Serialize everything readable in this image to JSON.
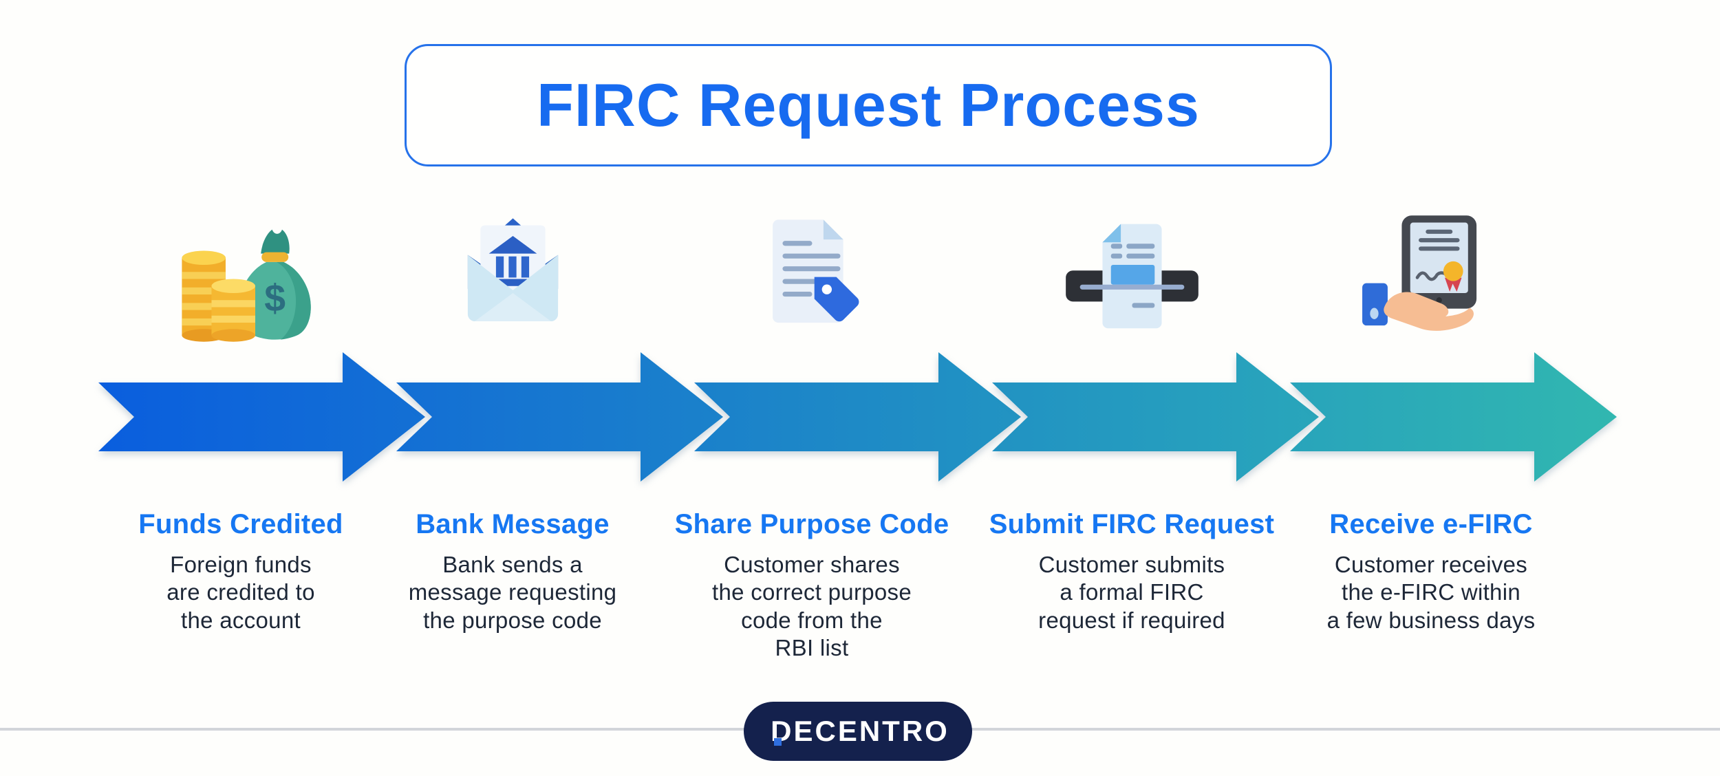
{
  "title": {
    "text": "FIRC Request Process"
  },
  "steps": [
    {
      "icon": "money-funds-icon",
      "title": "Funds Credited",
      "description": "Foreign funds\nare credited to\nthe account"
    },
    {
      "icon": "bank-mail-icon",
      "title": "Bank Message",
      "description": "Bank sends a\nmessage requesting\nthe purpose code"
    },
    {
      "icon": "document-tag-icon",
      "title": "Share Purpose Code",
      "description": "Customer shares\nthe correct purpose\ncode from the\nRBI list"
    },
    {
      "icon": "scan-document-icon",
      "title": "Submit FIRC Request",
      "description": "Customer submits\na formal FIRC\nrequest if required"
    },
    {
      "icon": "hand-tablet-certificate-icon",
      "title": "Receive e-FIRC",
      "description": "Customer receives\nthe e-FIRC within\na few business days"
    }
  ],
  "footer": {
    "brand": "DECENTRO"
  },
  "colors": {
    "title_blue": "#176bf0",
    "step_title_blue": "#1677f2",
    "description_navy": "#1d2737",
    "brand_navy": "#14214d",
    "brand_dot_blue": "#2f6fe0",
    "divider_gray": "#d2d5da",
    "title_border_blue": "#2672ea",
    "arrow_gradient": [
      "#0a5ede",
      "#1573d2",
      "#1e8ac6",
      "#27a1bd",
      "#31b7b0"
    ]
  }
}
